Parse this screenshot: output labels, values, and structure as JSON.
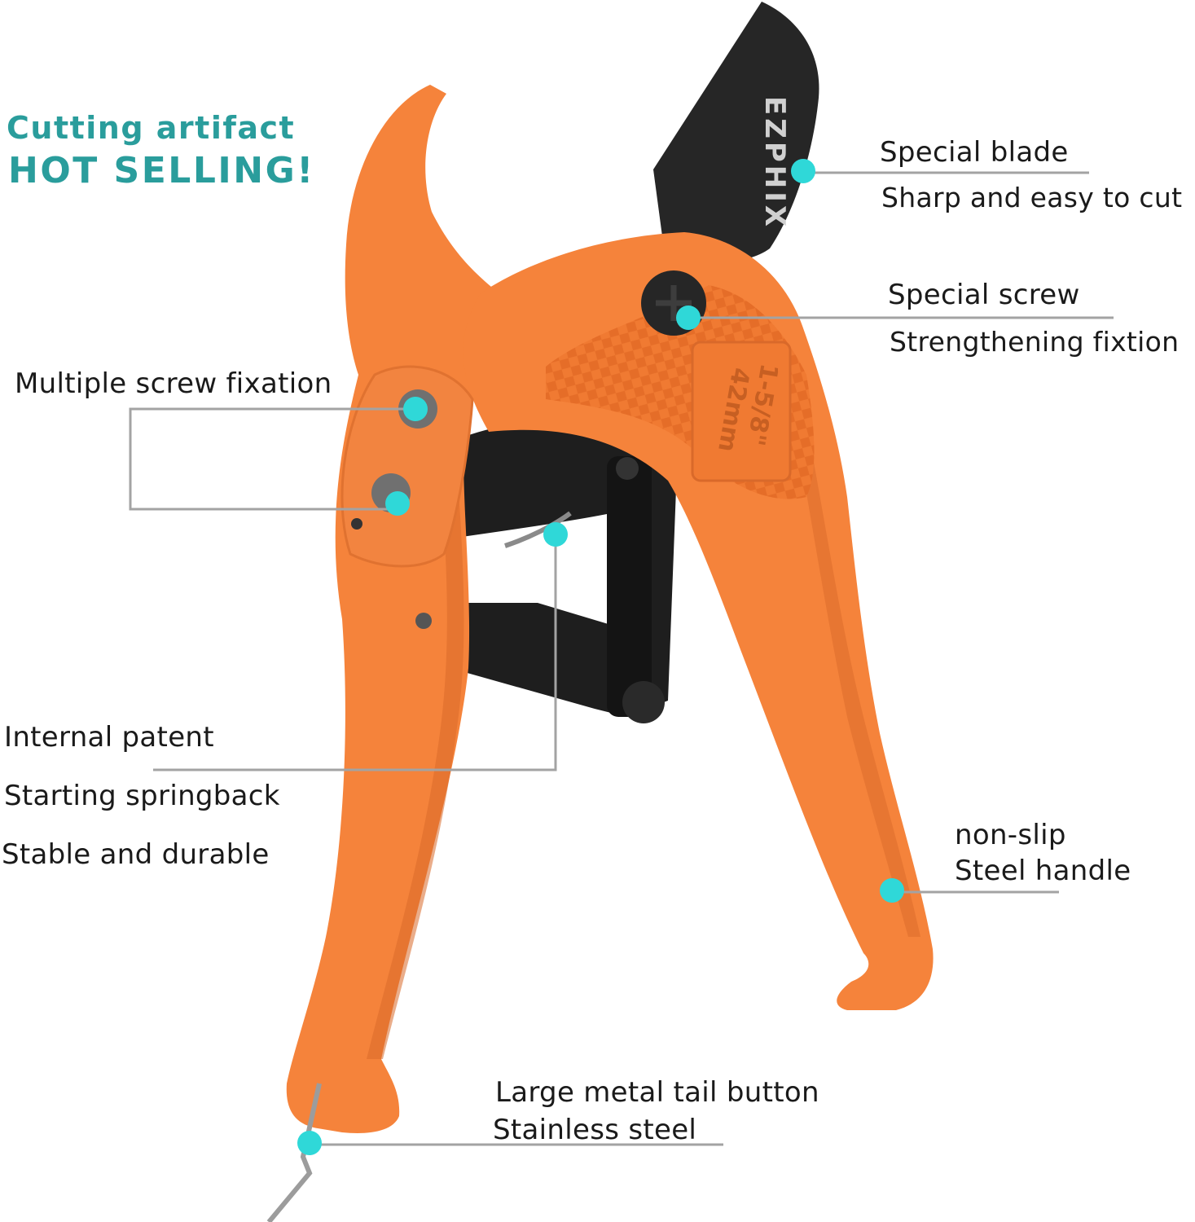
{
  "headline": {
    "line1": "Cutting artifact",
    "line2": "HOT SELLING!",
    "color": "#2a9d9c"
  },
  "blade_marking": "EZPHIX",
  "size_marking": {
    "inch": "1-5/8\"",
    "mm": "42mm"
  },
  "callouts": {
    "blade": {
      "title": "Special blade",
      "detail": "Sharp and easy to cut"
    },
    "screw": {
      "title": "Special screw",
      "detail": "Strengthening fixtion"
    },
    "multi_screw": {
      "title": "Multiple screw fixation"
    },
    "patent": {
      "line1": "Internal patent",
      "line2": "Starting springback",
      "line3": "Stable and durable"
    },
    "handle": {
      "line1": "non-slip",
      "line2": "Steel handle"
    },
    "tail": {
      "line1": "Large metal tail button",
      "line2": "Stainless steel"
    }
  },
  "colors": {
    "body": "#f5833b",
    "body_shadow": "#d9692a",
    "blade": "#262626",
    "marker": "#2fd8d8",
    "leader": "#a3a3a3",
    "text": "#1a1a1a"
  }
}
